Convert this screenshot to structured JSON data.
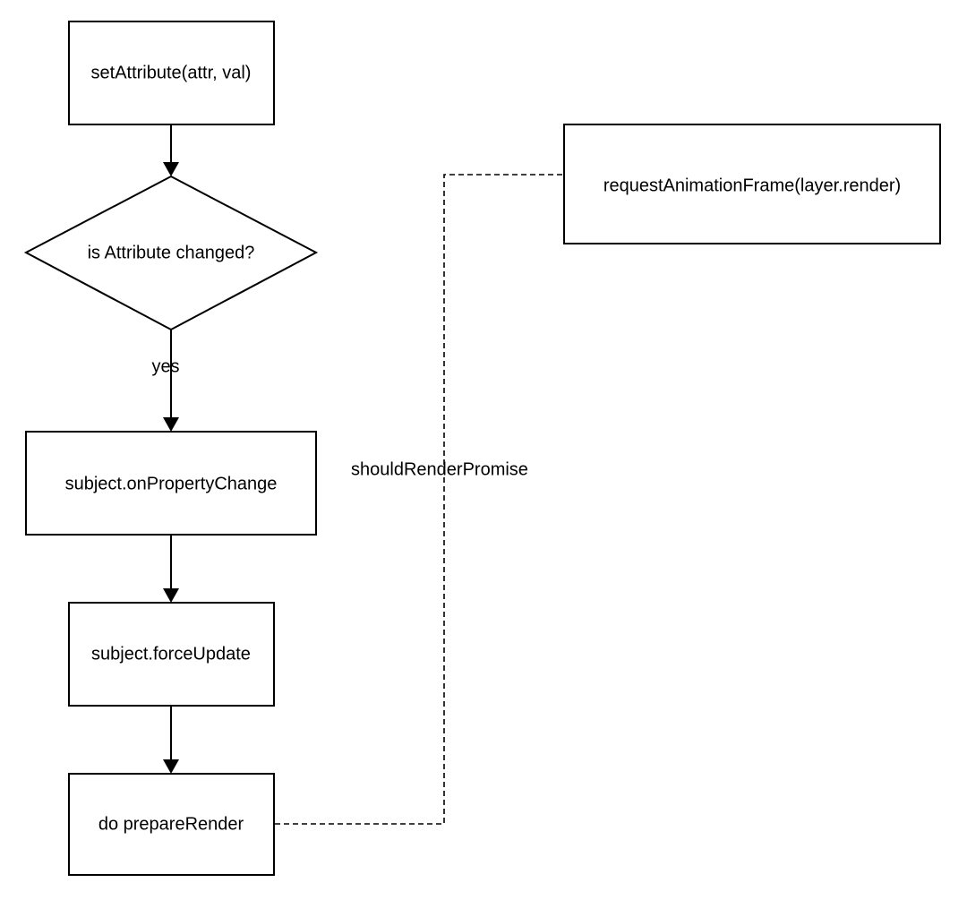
{
  "nodes": {
    "set_attribute": "setAttribute(attr, val)",
    "is_attribute_changed": "is Attribute changed?",
    "on_property_change": "subject.onPropertyChange",
    "force_update": "subject.forceUpdate",
    "prepare_render": "do prepareRender",
    "request_animation_frame": "requestAnimationFrame(layer.render)"
  },
  "edges": {
    "yes_label": "yes",
    "should_render_promise_label": "shouldRenderPromise"
  },
  "colors": {
    "stroke": "#000000",
    "background": "#ffffff"
  }
}
